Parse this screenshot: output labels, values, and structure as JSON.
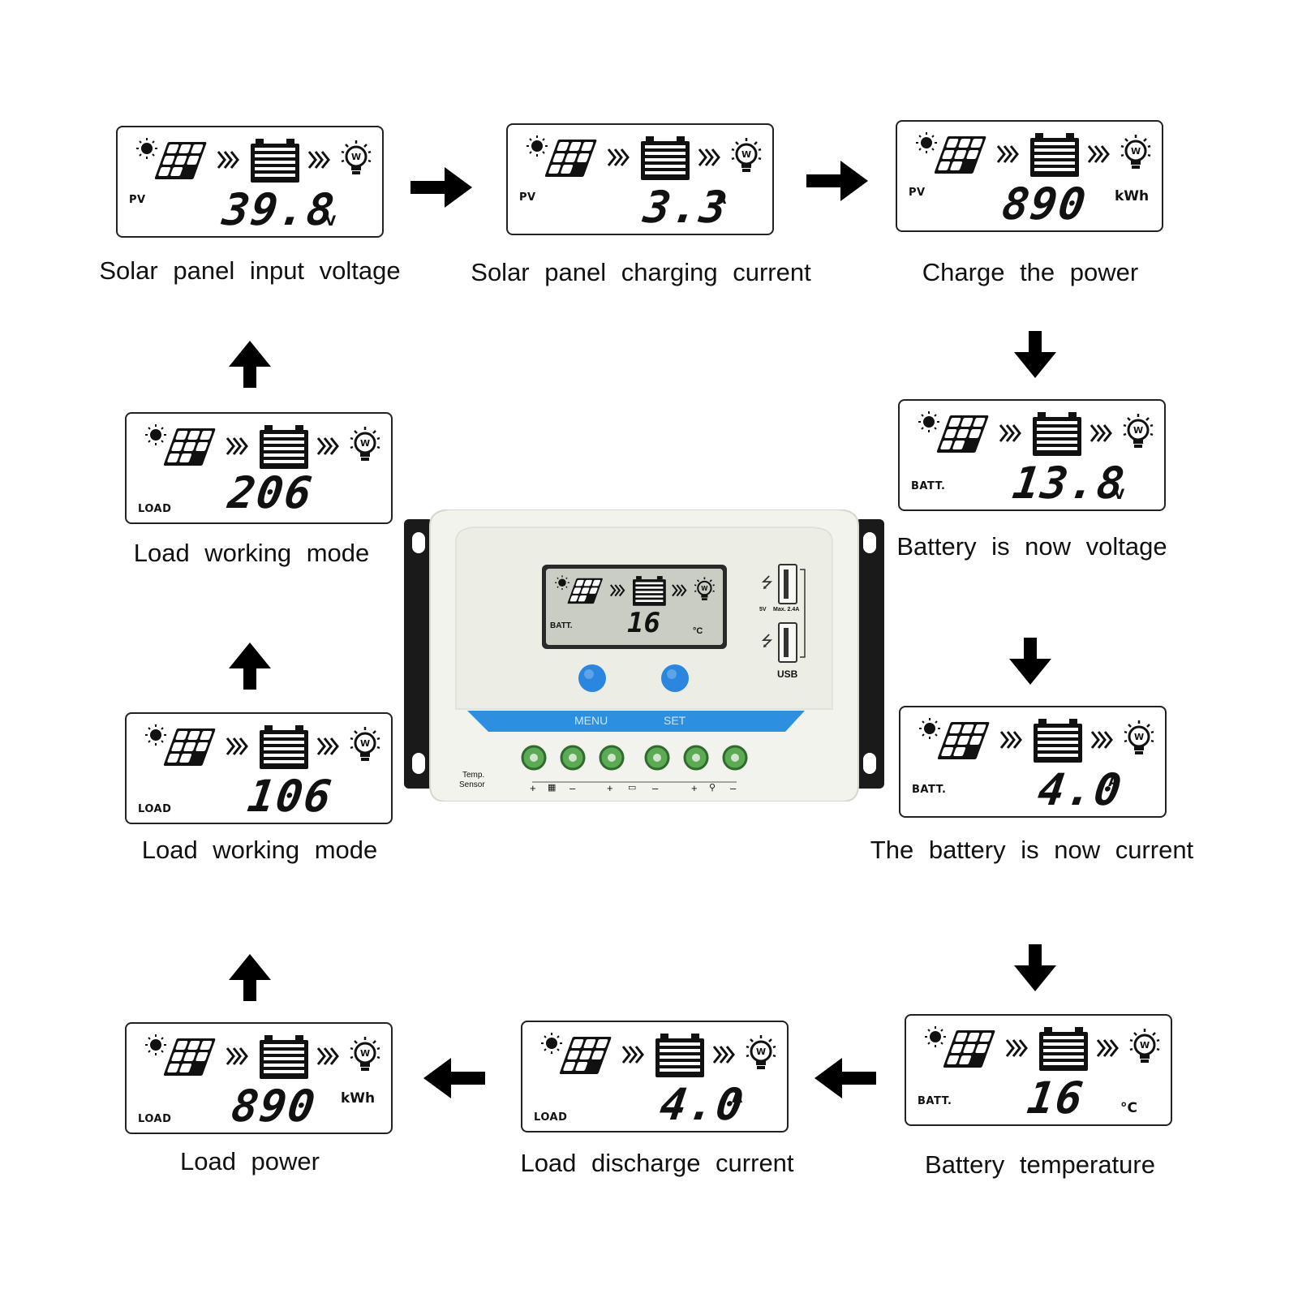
{
  "panels": [
    {
      "id": "p1",
      "mode": "PV",
      "value": "39.8",
      "unit": "V",
      "caption": "Solar panel input voltage"
    },
    {
      "id": "p2",
      "mode": "PV",
      "value": "3.3",
      "unit": "A",
      "caption": "Solar panel charging current"
    },
    {
      "id": "p3",
      "mode": "PV",
      "value": "890",
      "unit": "kWh",
      "caption": "Charge the power"
    },
    {
      "id": "p4",
      "mode": "BATT.",
      "value": "13.8",
      "unit": "V",
      "caption": "Battery is now voltage"
    },
    {
      "id": "p5",
      "mode": "BATT.",
      "value": "4.0",
      "unit": "A",
      "caption": "The battery is now current"
    },
    {
      "id": "p6",
      "mode": "BATT.",
      "value": "16",
      "unit": "°C",
      "caption": "Battery temperature"
    },
    {
      "id": "p7",
      "mode": "LOAD",
      "value": "4.0",
      "unit": "A",
      "caption": "Load discharge current"
    },
    {
      "id": "p8",
      "mode": "LOAD",
      "value": "890",
      "unit": "kWh",
      "caption": "Load power"
    },
    {
      "id": "p9",
      "mode": "LOAD",
      "value": "106",
      "unit": "",
      "caption": "Load working mode"
    },
    {
      "id": "p10",
      "mode": "LOAD",
      "value": "206",
      "unit": "",
      "caption": "Load working mode"
    }
  ],
  "controller": {
    "lcd_mode": "BATT.",
    "lcd_value": "16",
    "lcd_unit": "°C",
    "menu_label": "MENU",
    "set_label": "SET",
    "usb_label": "USB",
    "usb_spec_left": "5V",
    "usb_spec_right": "Max. 2.4A",
    "temp_sensor_label_1": "Temp.",
    "temp_sensor_label_2": "Sensor"
  },
  "colors": {
    "accent_blue": "#2d8fe0",
    "button_blue": "#2a86df",
    "terminal_green": "#5daa55",
    "lcd_bg": "#c9cdc4",
    "case_white": "#f2f3ec"
  }
}
